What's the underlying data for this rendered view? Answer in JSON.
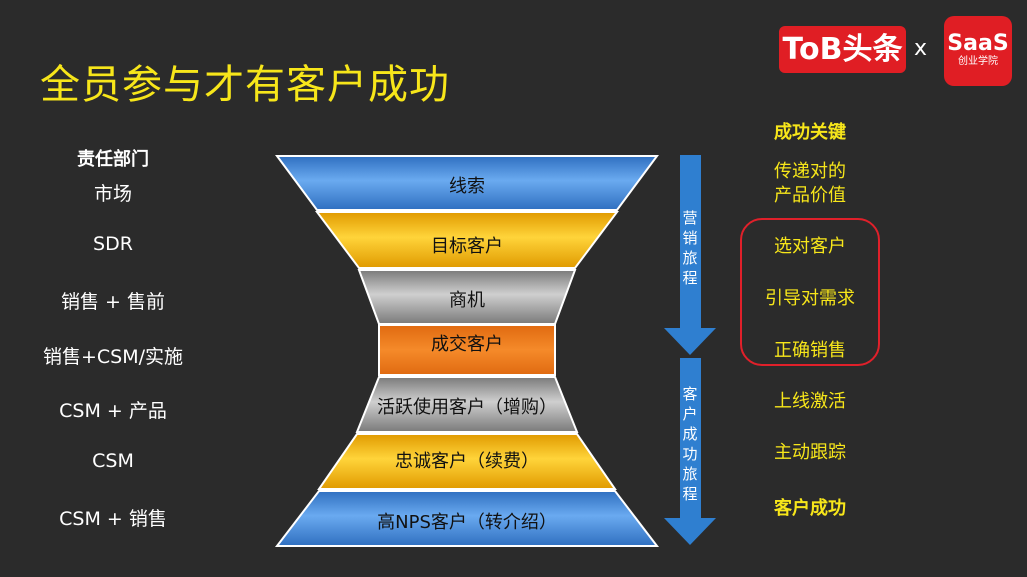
{
  "title": "全员参与才有客户成功",
  "logos": {
    "tob": "ToB头条",
    "x": "x",
    "saas_main": "SaaS",
    "saas_sub": "创业学院"
  },
  "departments": {
    "header": "责任部门",
    "items": [
      "市场",
      "SDR",
      "销售 + 售前",
      "销售+CSM/实施",
      "CSM + 产品",
      "CSM",
      "CSM + 销售"
    ]
  },
  "funnel": {
    "segments": [
      {
        "label": "线索",
        "color": "#4a90d9"
      },
      {
        "label": "目标客户",
        "color": "#f5b800"
      },
      {
        "label": "商机",
        "color": "#a6a6a6"
      },
      {
        "label": "成交客户",
        "color": "#f07a1c"
      },
      {
        "label": "活跃使用客户（增购）",
        "color": "#a6a6a6"
      },
      {
        "label": "忠诚客户（续费）",
        "color": "#f5b800"
      },
      {
        "label": "高NPS客户（转介绍）",
        "color": "#4a90d9"
      }
    ]
  },
  "arrows": {
    "marketing": "营销旅程",
    "customer": "客户成功旅程",
    "color": "#2f7fd0"
  },
  "keys": {
    "header": "成功关键",
    "items": [
      "传递对的\n产品价值",
      "选对客户",
      "引导对需求",
      "正确销售",
      "上线激活",
      "主动跟踪"
    ],
    "footer": "客户成功",
    "highlight_color": "#e0202a"
  },
  "colors": {
    "background": "#2b2b2b",
    "title": "#f7e61a",
    "key_text": "#f7e61a"
  }
}
